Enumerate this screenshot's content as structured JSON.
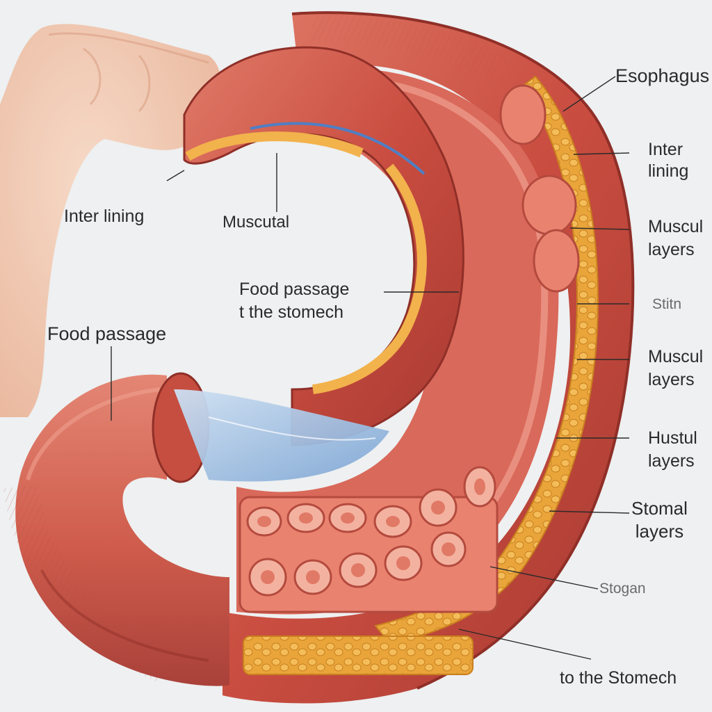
{
  "diagram": {
    "labels": {
      "esophagus": "Esophagus",
      "inner_lining_right": [
        "Inter",
        "lining"
      ],
      "inner_lining_left": "Inter lining",
      "muscutal": "Muscutal",
      "food_passage_center": [
        "Food passage",
        "t the stomech"
      ],
      "food_passage_left": "Food passage",
      "muscul_layers_1": [
        "Muscul",
        "layers"
      ],
      "stitn": "Stitn",
      "muscul_layers_2": [
        "Muscul",
        "layers"
      ],
      "hustul_layers": [
        "Hustul",
        "layers"
      ],
      "stomal_layers": [
        "Stomal",
        "layers"
      ],
      "stogan": "Stogan",
      "to_the_stomech": "to the Stomech"
    },
    "colors": {
      "background": "#eef0f1",
      "muscle_outer": "#c94d40",
      "muscle_inner": "#e2806d",
      "mucosa": "#f0a090",
      "fat_layer": "#e9a43a",
      "lumen_blue": "#8fb6dc",
      "hand": "#f1c4a8",
      "leader_line": "#2a2a2a"
    }
  }
}
